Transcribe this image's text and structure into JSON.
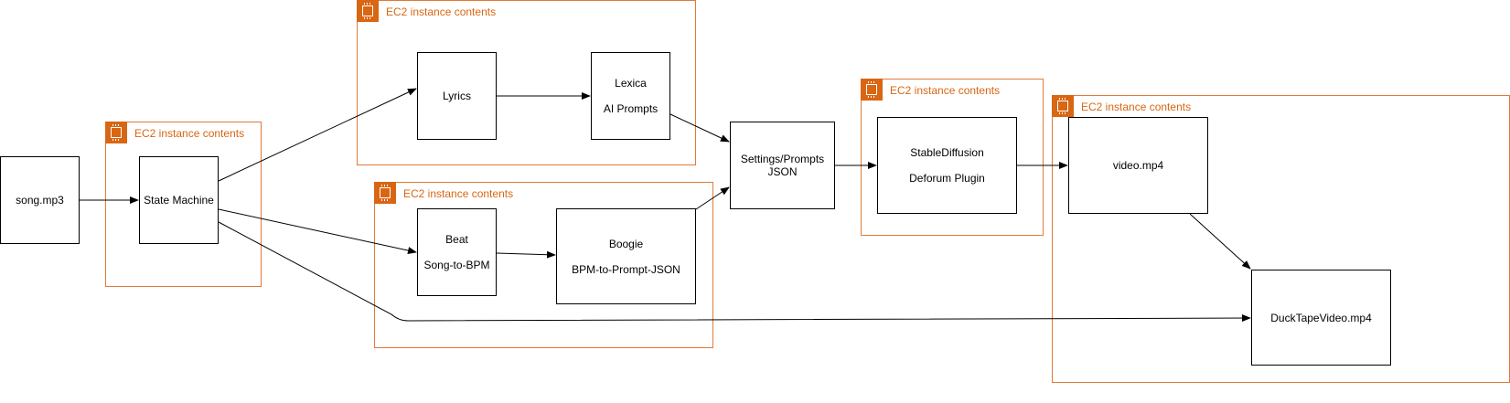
{
  "colors": {
    "group_border": "#e07b39",
    "group_badge": "#d86613",
    "group_label": "#d86613",
    "node_border": "#000000",
    "edge": "#000000"
  },
  "groups": {
    "state": {
      "label": "EC2 instance contents",
      "icon": "ec2-instance-icon"
    },
    "lyrics": {
      "label": "EC2 instance contents",
      "icon": "ec2-instance-icon"
    },
    "beat": {
      "label": "EC2 instance contents",
      "icon": "ec2-instance-icon"
    },
    "diffusion": {
      "label": "EC2 instance contents",
      "icon": "ec2-instance-icon"
    },
    "video": {
      "label": "EC2 instance contents",
      "icon": "ec2-instance-icon"
    }
  },
  "nodes": {
    "song": {
      "text": "song.mp3"
    },
    "state_machine": {
      "text": "State Machine"
    },
    "lyrics": {
      "text": "Lyrics"
    },
    "lexica": {
      "line1": "Lexica",
      "line2": "AI Prompts"
    },
    "beat": {
      "line1": "Beat",
      "line2": "Song-to-BPM"
    },
    "boogie": {
      "line1": "Boogie",
      "line2": "BPM-to-Prompt-JSON"
    },
    "settings": {
      "line1": "Settings/Prompts",
      "line2": "JSON"
    },
    "stable": {
      "line1": "StableDiffusion",
      "line2": "Deforum Plugin"
    },
    "video": {
      "text": "video.mp4"
    },
    "ducktape": {
      "text": "DuckTapeVideo.mp4"
    }
  }
}
